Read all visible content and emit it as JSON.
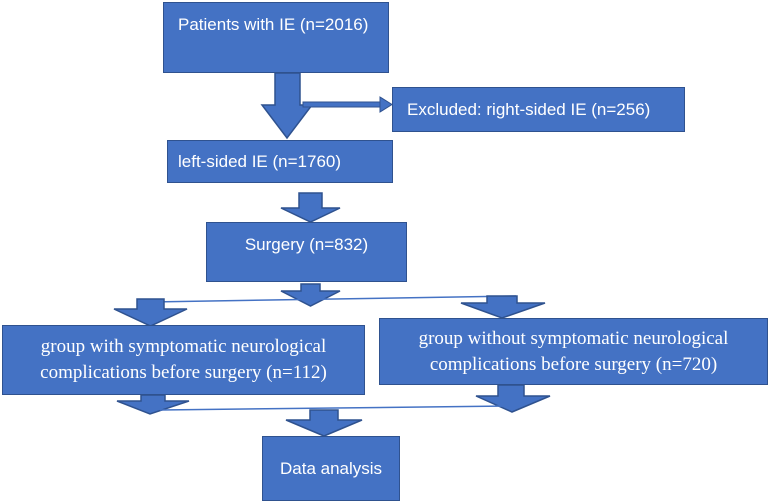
{
  "nodes": {
    "patients": "Patients with IE (n=2016)",
    "excluded": "Excluded: right-sided IE (n=256)",
    "left_sided": "left-sided IE (n=1760)",
    "surgery": "Surgery (n=832)",
    "with_group": {
      "line1": "group with symptomatic neurological",
      "line2": "complications before surgery (n=112)"
    },
    "without_group": {
      "line1": "group without symptomatic neurological",
      "line2": "complications before surgery (n=720)"
    },
    "analysis": "Data analysis"
  },
  "colors": {
    "box_fill": "#4472c4",
    "box_border": "#2f528f",
    "text": "#ffffff"
  }
}
